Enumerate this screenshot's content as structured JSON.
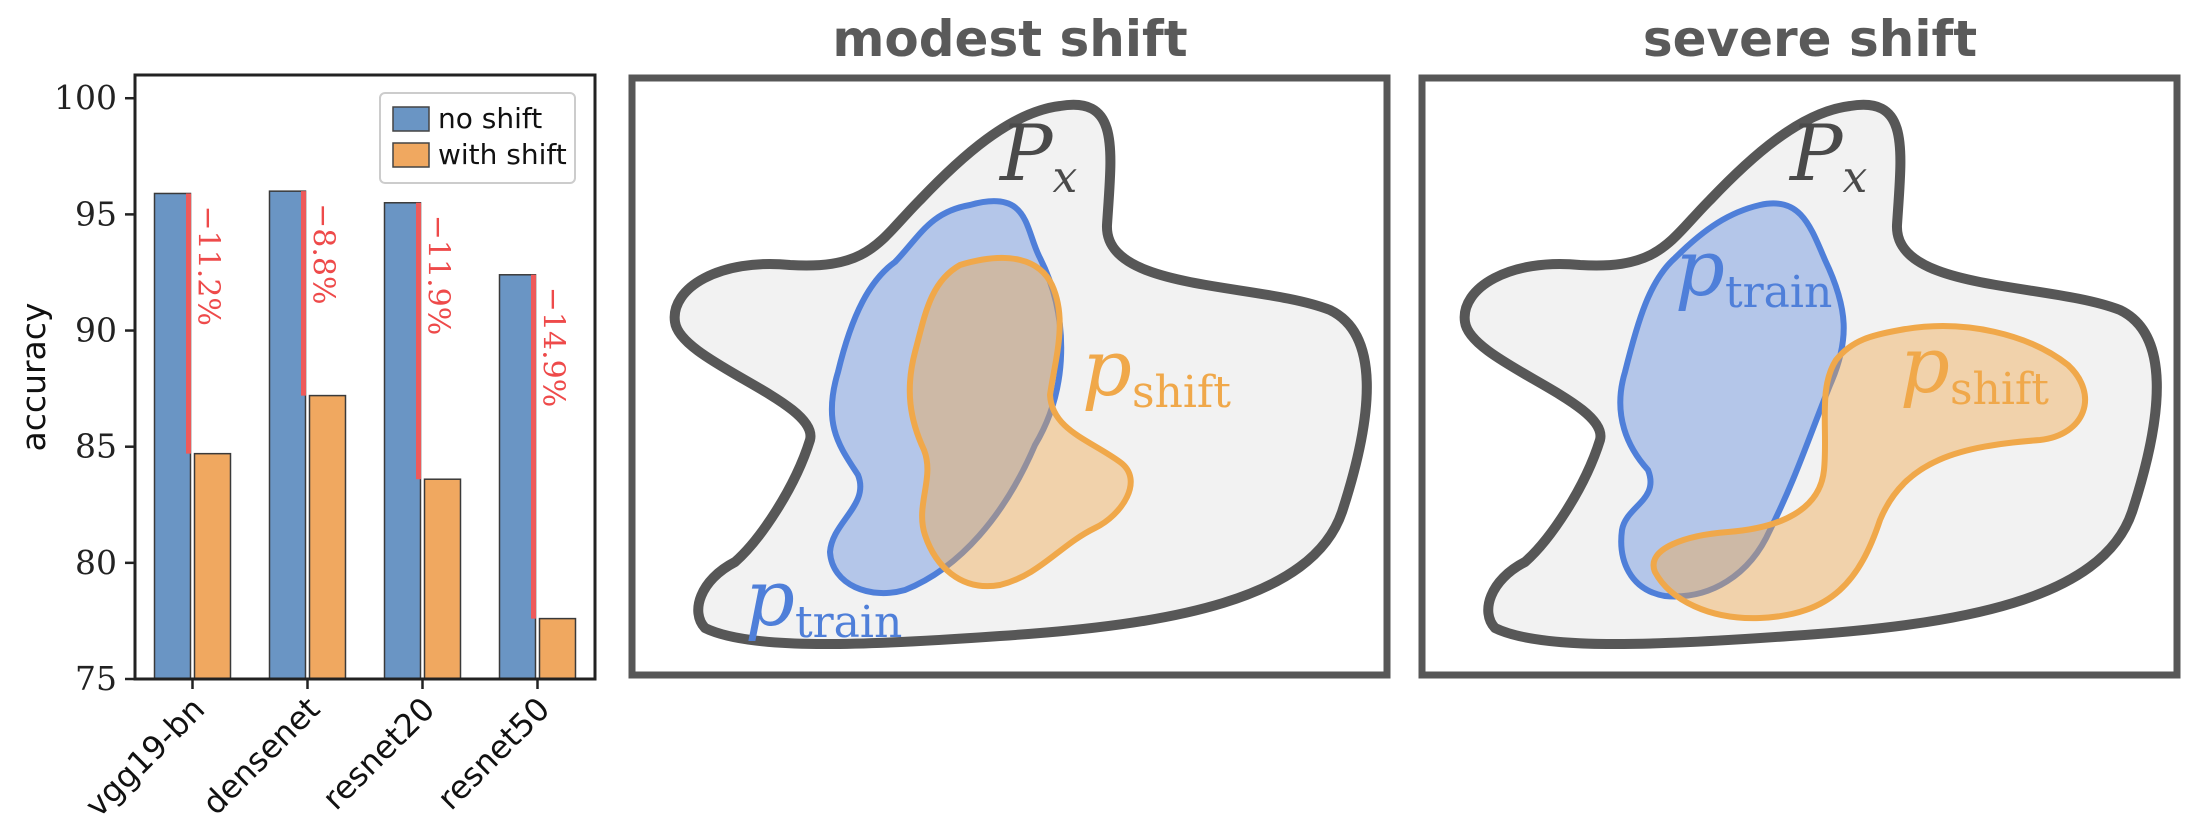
{
  "chart_data": [
    {
      "type": "bar",
      "ylabel": "accuracy",
      "ylim": [
        75,
        101
      ],
      "yticks": [
        "75",
        "80",
        "85",
        "90",
        "95",
        "100"
      ],
      "categories": [
        "vgg19-bn",
        "densenet",
        "resnet20",
        "resnet50"
      ],
      "series": [
        {
          "name": "no shift",
          "color": "#6a95c4",
          "values": [
            95.9,
            96.0,
            95.5,
            92.4
          ]
        },
        {
          "name": "with shift",
          "color": "#f0a860",
          "values": [
            84.7,
            87.2,
            83.6,
            77.6
          ]
        }
      ],
      "annotations": [
        "−11.2%",
        "−8.8%",
        "−11.9%",
        "−14.9%"
      ],
      "annotation_color": "#ee5a5a",
      "legend_position": "top-right",
      "grid": false
    }
  ],
  "panels": [
    {
      "title": "modest shift",
      "px_label": {
        "main": "P",
        "sub": "x"
      },
      "train_label": {
        "main": "p",
        "sub": "train"
      },
      "shift_label": {
        "main": "p",
        "sub": "shift"
      }
    },
    {
      "title": "severe shift",
      "px_label": {
        "main": "P",
        "sub": "x"
      },
      "train_label": {
        "main": "p",
        "sub": "train"
      },
      "shift_label": {
        "main": "p",
        "sub": "shift"
      }
    }
  ],
  "colors": {
    "train": "#4f7fd9",
    "shift": "#f0a84a",
    "outline": "#575757",
    "region_fill": "#f2f2f2"
  }
}
